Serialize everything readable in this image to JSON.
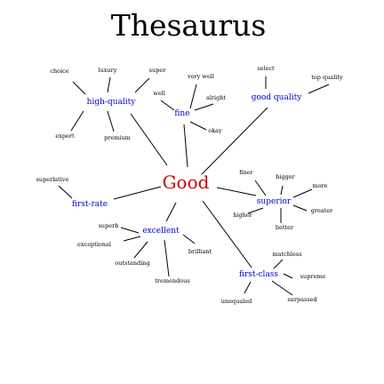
{
  "title": "Thesaurus",
  "center": {
    "label": "Good",
    "color": "#cc0000"
  },
  "colors": {
    "background": "#ffffff",
    "hub": "#cc0000",
    "cluster": "#0000cc",
    "leaf": "#000000",
    "edge": "#000000"
  },
  "clusters": {
    "high_quality": {
      "label": "high-quality",
      "synonyms": [
        "choice",
        "luxury",
        "super",
        "expert",
        "premium"
      ]
    },
    "fine": {
      "label": "fine",
      "synonyms": [
        "very well",
        "well",
        "alright",
        "okay"
      ]
    },
    "good_quality": {
      "label": "good quality",
      "synonyms": [
        "select",
        "top quality"
      ]
    },
    "first_rate": {
      "label": "first-rate",
      "synonyms": [
        "superlative"
      ]
    },
    "superior": {
      "label": "superior",
      "synonyms": [
        "finer",
        "bigger",
        "more",
        "greater",
        "higher",
        "better"
      ]
    },
    "excellent": {
      "label": "excellent",
      "synonyms": [
        "superb",
        "exceptional",
        "outstanding",
        "brilliant",
        "tremendous"
      ]
    },
    "first_class": {
      "label": "first-class",
      "synonyms": [
        "matchless",
        "supreme",
        "unequaled",
        "surpassed"
      ]
    }
  }
}
